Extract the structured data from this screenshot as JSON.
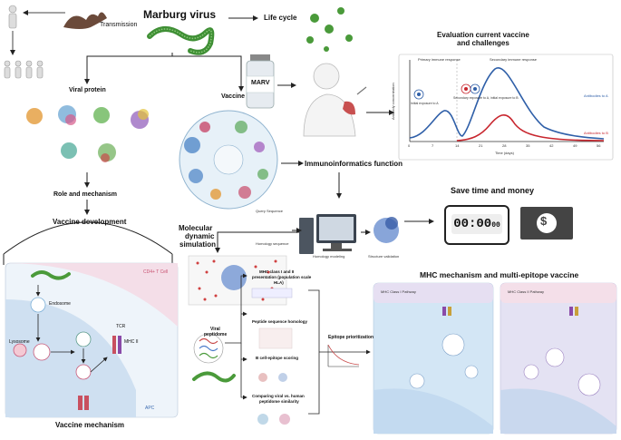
{
  "title": "Marburg virus",
  "transmission": "Transmission",
  "life_cycle": "Life cycle",
  "viral_protein": "Viral protein",
  "vaccine": "Vaccine",
  "vial_label": "MARV",
  "eval_title_1": "Evaluation current vaccine",
  "eval_title_2": "and challenges",
  "immuno": "Immunoinformatics function",
  "role": "Role and mechanism",
  "vaccine_dev": "Vaccine development",
  "save": "Save time and money",
  "timer": "00:00",
  "timer_small": "00",
  "dollar": "$",
  "molecular_1": "Molecular",
  "molecular_2": "dynamic",
  "molecular_3": "simulation",
  "homology_modeling": "Homology modeling",
  "structure_validation": "Structure validation",
  "query_seq": "Query Sequence",
  "homology_seq": "Homology sequence",
  "mhc_title": "MHC mechanism and multi-epitope vaccine",
  "mhc1_pathway": "MHC Class I Pathway",
  "mhc2_pathway": "MHC Class II Pathway",
  "cd4_label": "CD4+ T Cell",
  "apc": "APC",
  "endosome": "Endosome",
  "lysosome": "Lysosome",
  "tcr": "TCR",
  "mhc_ii": "MHC II",
  "vaccine_mechanism": "Vaccine mechanism",
  "viral_peptidome_1": "Viral",
  "viral_peptidome_2": "peptidome",
  "epitope_prior": "Epitope prioritization",
  "mhc_pres_1": "MHC class I and II",
  "mhc_pres_2": "presentation (population scale",
  "mhc_pres_3": "HLA)",
  "peptide_hom": "Peptide sequence homology",
  "bcell": "B cell-epitope scoring",
  "compare_1": "Comparing viral vs. human",
  "compare_2": "peptidome similarity",
  "chart": {
    "ylabel": "Antibody concentration",
    "xlabel": "Time (days)",
    "primary": "Primary immune response",
    "secondary": "Secondary immune response",
    "initial": "Initial exposure to A",
    "second_exp": "Secondary exposure to A, initial exposure to B",
    "antibodies_a": "Antibodies to A",
    "antibodies_b": "Antibodies to B",
    "x_ticks": [
      "0",
      "7",
      "14",
      "21",
      "28",
      "35",
      "42",
      "49",
      "56"
    ]
  },
  "colors": {
    "green": "#4a9a3a",
    "blue_curve": "#2f5fa8",
    "red_curve": "#c8262e",
    "pink_panel": "#f6e7ef",
    "lightblue_panel": "#dde9f6",
    "mhc_panel_left": "#d3e6f5",
    "mhc_panel_right": "#e4e2f3"
  }
}
